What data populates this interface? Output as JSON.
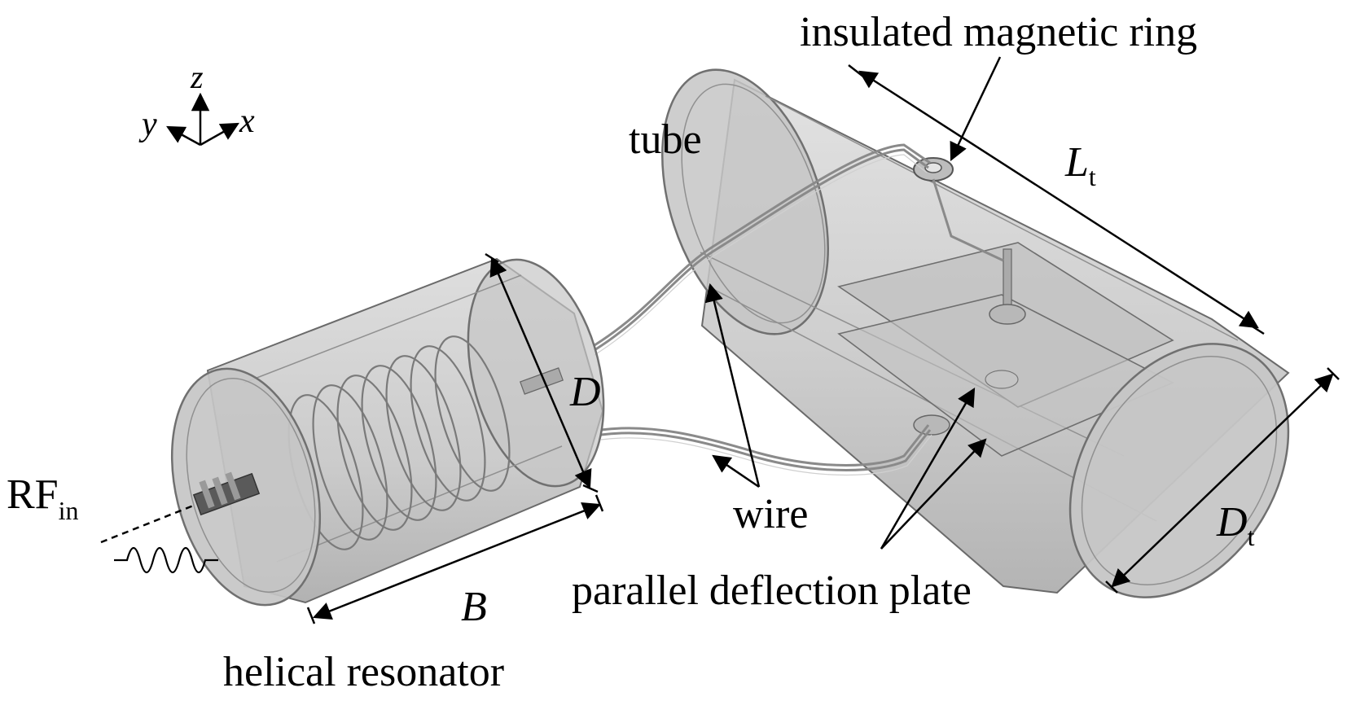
{
  "labels": {
    "axis_z": "z",
    "axis_y": "y",
    "axis_x": "x",
    "tube": "tube",
    "insulated_ring": "insulated magnetic ring",
    "lt_main": "L",
    "lt_sub": "t",
    "d": "D",
    "dt_main": "D",
    "dt_sub": "t",
    "rf_main": "RF",
    "rf_sub": "in",
    "b": "B",
    "wire": "wire",
    "plate": "parallel deflection plate",
    "resonator": "helical resonator"
  },
  "colors": {
    "shell": "#d4d4d4",
    "outline": "#6a6a6a",
    "annotation": "#000000"
  }
}
